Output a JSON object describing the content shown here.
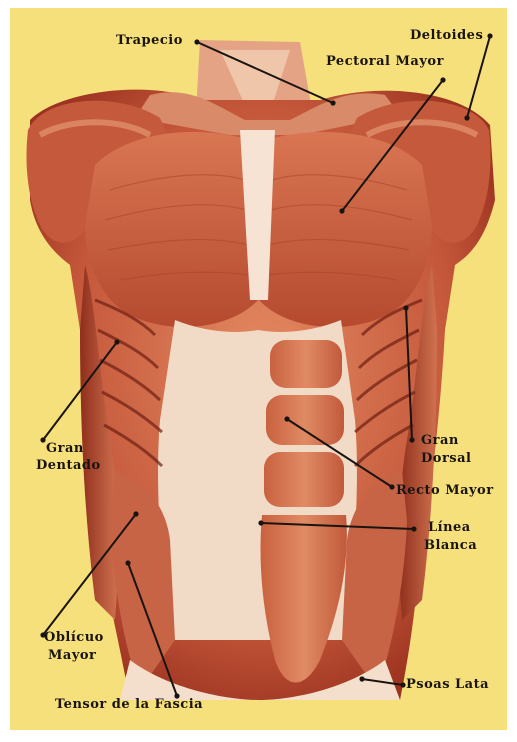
{
  "labels": {
    "trapecio": "Trapecio",
    "deltoides": "Deltoides",
    "pectoral_mayor": "Pectoral Mayor",
    "gran_dentado_1": "Gran",
    "gran_dentado_2": "Dentado",
    "gran_dorsal_1": "Gran",
    "gran_dorsal_2": "Dorsal",
    "recto_mayor": "Recto Mayor",
    "linea_blanca_1": "Línea",
    "linea_blanca_2": "Blanca",
    "oblicuo_mayor_1": "Oblícuo",
    "oblicuo_mayor_2": "Mayor",
    "psoas_lata": "Psoas Lata",
    "tensor_fascia": "Tensor de la Fascia"
  },
  "colors": {
    "background": "#f5e07c",
    "muscle_dark": "#b0402a",
    "muscle_mid": "#cf6a45",
    "muscle_light": "#e59a72",
    "skin": "#f1d9c4",
    "tendon": "#fbf0e4",
    "leader_line": "#1a1410"
  }
}
